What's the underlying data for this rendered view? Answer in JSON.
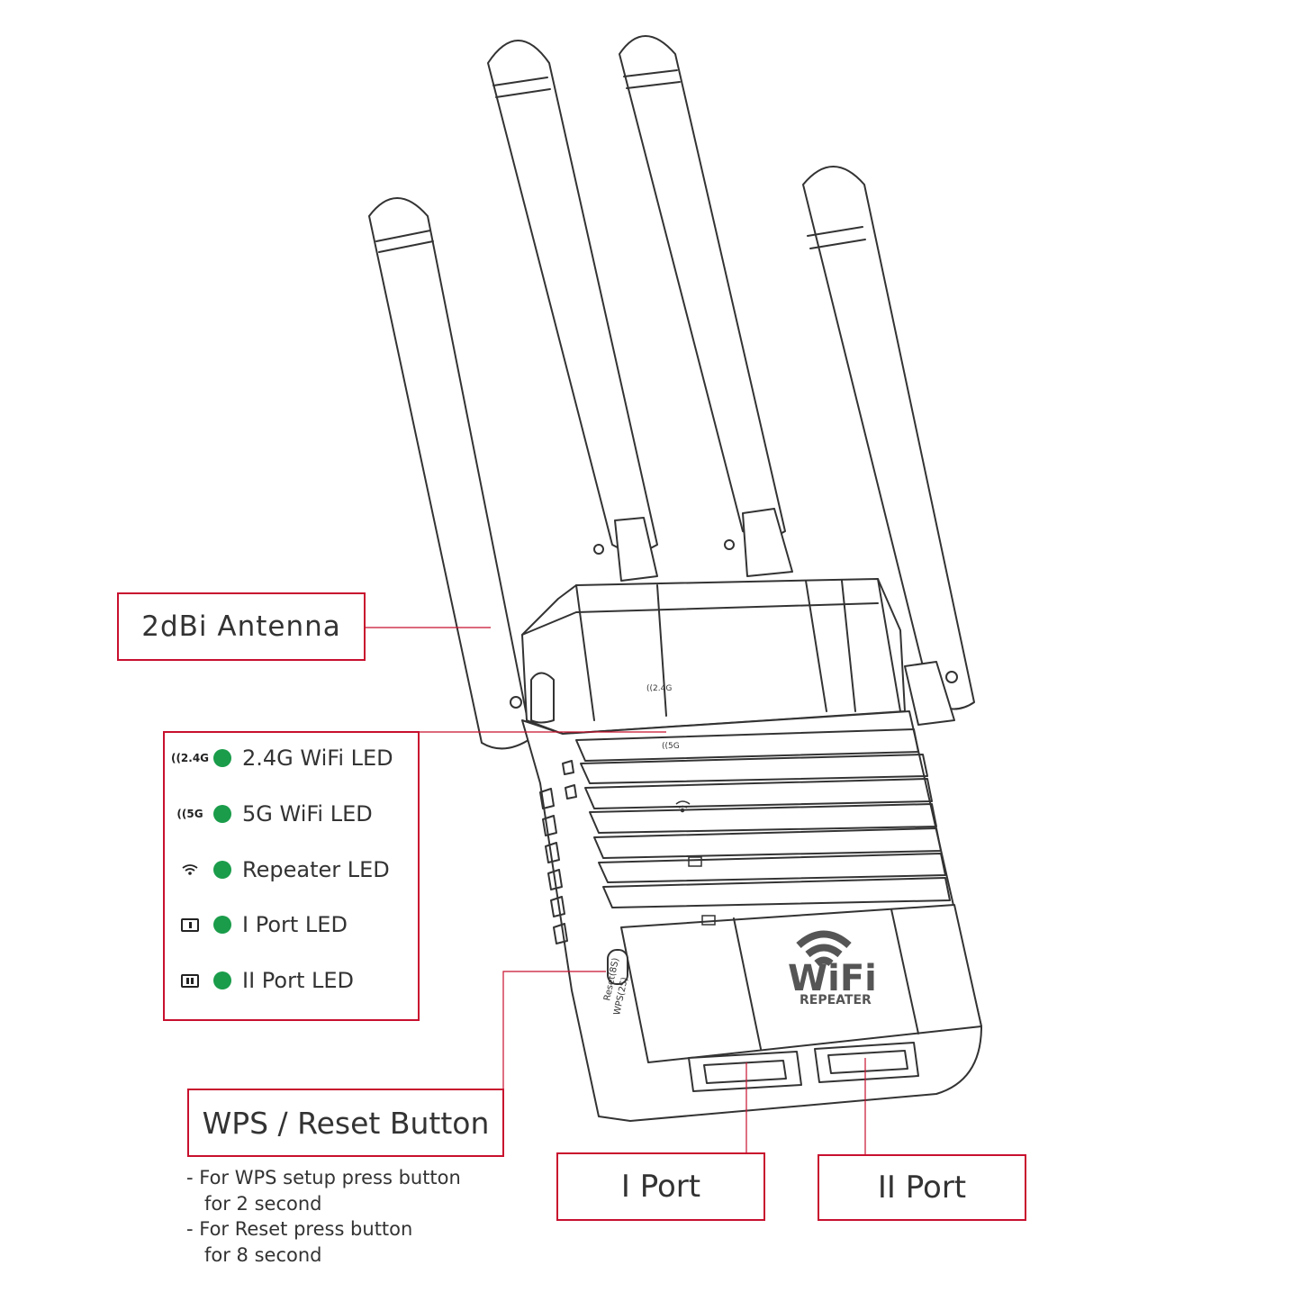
{
  "callouts": {
    "antenna": "2dBi  Antenna",
    "wps_reset": "WPS / Reset Button",
    "port1": "I Port",
    "port2": "II Port"
  },
  "leds": [
    {
      "icon": "wifi-2g-icon",
      "icon_text": "((2.4G",
      "label": "2.4G WiFi LED"
    },
    {
      "icon": "wifi-5g-icon",
      "icon_text": "((5G",
      "label": "5G WiFi LED"
    },
    {
      "icon": "repeater-icon",
      "label": "Repeater LED"
    },
    {
      "icon": "port-1-icon",
      "label": "I Port LED"
    },
    {
      "icon": "port-2-icon",
      "label": "II Port LED"
    }
  ],
  "led_color": "#1a9c4a",
  "callout_color": "#c8102e",
  "wps_notes": [
    "- For WPS setup press button",
    "for 2 second",
    "- For Reset  press button",
    "for 8 second"
  ],
  "device": {
    "logo_main": "WiFi",
    "logo_sub": "REPEATER",
    "label_24g": "((2.4G",
    "label_5g": "((5G",
    "button_reset": "Reset(8S)",
    "button_wps": "WPS(2S)"
  }
}
